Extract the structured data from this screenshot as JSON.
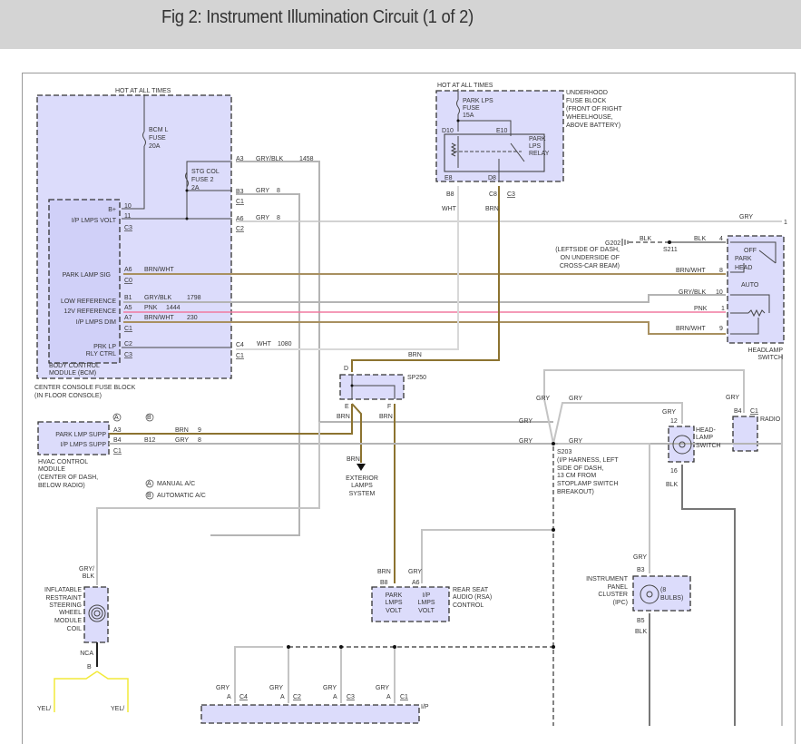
{
  "header": {
    "title": "Fig 2: Instrument Illumination Circuit (1 of 2)"
  },
  "colors": {
    "module_fill": "#dcdcfb",
    "brown_wire": "#8c7330",
    "gray_wire": "#b4b4b4",
    "pink_wire": "#f07aa0",
    "white_wire": "#d8d8d8",
    "black_wire": "#555555",
    "yellow_wire": "#f2ea3a"
  },
  "bcm_block": {
    "hot_label": "HOT AT ALL TIMES",
    "fuse_bcm": [
      "BCM L",
      "FUSE",
      "20A"
    ],
    "fuse_stg": [
      "STG COL",
      "FUSE 2",
      "2A"
    ],
    "module_name": [
      "BODY CONTROL",
      "MODULE (BCM)"
    ],
    "location": [
      "CENTER CONSOLE FUSE BLOCK",
      "(IN FLOOR CONSOLE)"
    ],
    "pins": [
      {
        "label": "B+",
        "pin": "10"
      },
      {
        "label": "I/P LMPS VOLT",
        "pin": "11",
        "conn": "C3"
      },
      {
        "label": "PARK LAMP SIG",
        "pin": "A6",
        "conn": "C0",
        "wire": "BRN/WHT"
      },
      {
        "label": "LOW REFERENCE",
        "pin": "B1",
        "wire": "GRY/BLK",
        "circuit": "1798"
      },
      {
        "label": "12V REFERENCE",
        "pin": "A5",
        "wire": "PNK",
        "circuit": "1444"
      },
      {
        "label": "I/P LMPS DIM",
        "pin": "A7",
        "conn": "C1",
        "wire": "BRN/WHT",
        "circuit": "230"
      },
      {
        "label": "PRK LP",
        "label2": "RLY CTRL",
        "pin": "C2",
        "conn": "C3"
      }
    ],
    "outputs": [
      {
        "pin": "A3",
        "wire": "GRY/BLK",
        "circuit": "1458"
      },
      {
        "pin": "B3",
        "conn": "C1",
        "wire": "GRY",
        "circuit": "8"
      },
      {
        "pin": "A6",
        "conn": "C2",
        "wire": "GRY",
        "circuit": "8"
      },
      {
        "pin": "C4",
        "conn": "C1",
        "wire": "WHT",
        "circuit": "1080"
      }
    ]
  },
  "underhood": {
    "hot_label": "HOT AT ALL TIMES",
    "fuse": [
      "PARK LPS",
      "FUSE",
      "15A"
    ],
    "relay": [
      "PARK",
      "LPS",
      "RELAY"
    ],
    "name": [
      "UNDERHOOD",
      "FUSE BLOCK",
      "(FRONT OF RIGHT",
      "WHEELHOUSE,",
      "ABOVE BATTERY)"
    ],
    "pins": {
      "d10": "D10",
      "e10": "E10",
      "e8": "E8",
      "d8": "D8",
      "b8": "B8",
      "c8": "C8",
      "c3": "C3"
    },
    "wires": {
      "left": "WHT",
      "right": "BRN"
    }
  },
  "headlamp_switch": {
    "name": [
      "HEADLAMP",
      "SWITCH"
    ],
    "positions": [
      "OFF",
      "PARK",
      "HEAD",
      "AUTO"
    ],
    "ground": {
      "id": "G202",
      "desc": [
        "(LEFTSIDE OF DASH,",
        "ON UNDERSIDE OF",
        "CROSS-CAR BEAM)"
      ],
      "splice": "S211",
      "wire1": "BLK",
      "wire2": "BLK"
    },
    "pins": [
      {
        "pin": "4",
        "wire": "BLK"
      },
      {
        "pin": "8",
        "wire": "BRN/WHT"
      },
      {
        "pin": "10",
        "wire": "GRY/BLK"
      },
      {
        "pin": "1",
        "wire": "PNK"
      },
      {
        "pin": "9",
        "wire": "BRN/WHT"
      }
    ],
    "top_wire": "GRY",
    "top_pin": "1"
  },
  "splice_sp250": {
    "name": "SP250",
    "pins": {
      "d": "D",
      "e": "E",
      "f": "F"
    },
    "wire_in": "BRN",
    "wire_e": "BRN",
    "wire_f": "BRN",
    "exterior": {
      "wire": "BRN",
      "label": [
        "EXTERIOR",
        "LAMPS",
        "SYSTEM"
      ]
    }
  },
  "hvac": {
    "name": [
      "HVAC CONTROL",
      "MODULE",
      "(CENTER OF DASH,",
      "BELOW RADIO)"
    ],
    "pins": [
      {
        "label": "PARK LMP SUPP",
        "pin_a": "A3",
        "wire": "BRN",
        "circuit": "9"
      },
      {
        "label": "I/P LMPS SUPP",
        "pin_a": "B4",
        "pin_b": "B12",
        "wire": "GRY",
        "circuit": "8"
      }
    ],
    "conn": "C1",
    "col_a": "A",
    "col_b": "B",
    "legend": [
      {
        "key": "A",
        "text": "MANUAL A/C"
      },
      {
        "key": "B",
        "text": "AUTOMATIC A/C"
      }
    ]
  },
  "s203": {
    "name": "S203",
    "desc": [
      "(I/P HARNESS, LEFT",
      "SIDE OF DASH,",
      "13 CM FROM",
      "STOPLAMP SWITCH",
      "BREAKOUT)"
    ],
    "wires": [
      "GRY",
      "GRY",
      "GRY",
      "GRY"
    ]
  },
  "headlamp_switch_bulb": {
    "name": [
      "HEAD-",
      "LAMP",
      "SWITCH"
    ],
    "pin_top": "12",
    "pin_bottom": "16",
    "wire_top": "GRY",
    "wire_bottom": "BLK"
  },
  "radio": {
    "name": "RADIO",
    "pin": "B4",
    "conn": "C1",
    "wire": "GRY"
  },
  "ipc": {
    "name": [
      "INSTRUMENT",
      "PANEL",
      "CLUSTER",
      "(IPC)"
    ],
    "bulbs": [
      "(8",
      "BULBS)"
    ],
    "pin_top": "B3",
    "pin_bottom": "B5",
    "wire_top": "GRY",
    "wire_bottom": "BLK"
  },
  "rsa": {
    "name": [
      "REAR SEAT",
      "AUDIO (RSA)",
      "CONTROL"
    ],
    "pins": [
      {
        "pin": "B8",
        "wire": "BRN",
        "label": [
          "PARK",
          "LMPS",
          "VOLT"
        ]
      },
      {
        "pin": "A6",
        "wire": "GRY",
        "label": [
          "I/P",
          "LMPS",
          "VOLT"
        ]
      }
    ]
  },
  "steering_coil": {
    "name": [
      "INFLATABLE",
      "RESTRAINT",
      "STEERING",
      "WHEEL",
      "MODULE",
      "COIL"
    ],
    "wire_top": [
      "GRY/",
      "BLK"
    ],
    "wire_bottom": "NCA",
    "pin": "B",
    "yel_left": "YEL/",
    "yel_right": "YEL/"
  },
  "ip_bottom": {
    "label": "I/P",
    "conns": [
      {
        "wire": "GRY",
        "pin": "A",
        "conn": "C4"
      },
      {
        "wire": "GRY",
        "pin": "A",
        "conn": "C2"
      },
      {
        "wire": "GRY",
        "pin": "A",
        "conn": "C3"
      },
      {
        "wire": "GRY",
        "pin": "A",
        "conn": "C1"
      }
    ]
  }
}
